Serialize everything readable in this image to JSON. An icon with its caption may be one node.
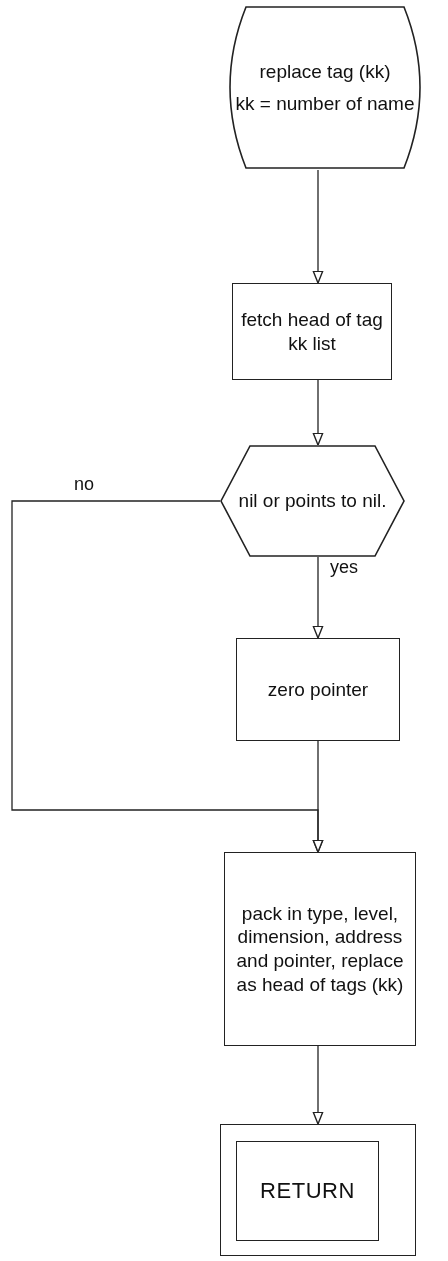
{
  "diagram": {
    "nodes": [
      {
        "text": [
          "replace tag (kk)",
          "kk = number of name"
        ]
      },
      {
        "text": [
          "fetch head of tag kk list"
        ]
      },
      {
        "text": [
          "nil or points to nil."
        ]
      },
      {
        "text": [
          "zero pointer"
        ]
      },
      {
        "text": [
          "pack in type, level, dimension, address and pointer, replace as head of tags (kk)"
        ]
      },
      {
        "text": [],
        "shape": "box"
      },
      {
        "text": [
          "RETURN"
        ],
        "in": 5
      }
    ],
    "edges": [
      {
        "from": 0,
        "to": 1,
        "arrow": "to"
      },
      {
        "from": 1,
        "to": 2,
        "arrow": "to"
      },
      {
        "from": 2,
        "to": 3,
        "arrow": "to",
        "label": "yes"
      },
      {
        "from": 2,
        "to": 4,
        "arrow": "to",
        "label": "no"
      },
      {
        "from": 3,
        "to": 4,
        "arrow": "to"
      },
      {
        "from": 4,
        "to": 5,
        "arrow": "to"
      }
    ]
  }
}
